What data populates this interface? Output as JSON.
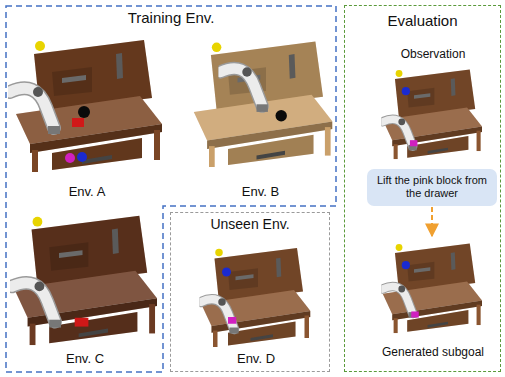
{
  "diagram": {
    "nodes": [
      {
        "text": [
          "Training Env."
        ]
      },
      {
        "text": [
          "Env. A"
        ],
        "in": 0
      },
      {
        "text": [
          "Env. B"
        ],
        "in": 0
      },
      {
        "text": [
          "Env. C"
        ],
        "in": 0
      },
      {
        "text": [
          "Unseen Env."
        ]
      },
      {
        "text": [
          "Env. D"
        ],
        "in": 4
      },
      {
        "text": [
          "Evaluation"
        ]
      },
      {
        "text": [
          "Observation"
        ],
        "in": 6
      },
      {
        "text": [
          "Lift the pink block from the drawer"
        ],
        "in": 6
      },
      {
        "text": [
          "Generated subgoal"
        ],
        "in": 6
      }
    ],
    "edges": [
      {
        "from": 8,
        "to": 9,
        "arrow": "to"
      }
    ]
  }
}
